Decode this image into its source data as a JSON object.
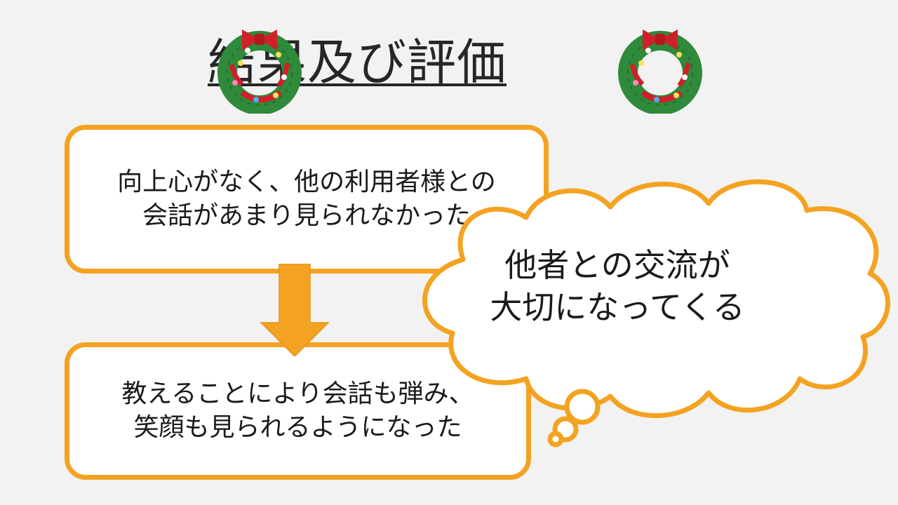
{
  "slide": {
    "title": "結果及び評価",
    "box_top": {
      "line1": "向上心がなく、他の利用者様との",
      "line2": "会話があまり見られなかった"
    },
    "box_bottom": {
      "line1": "教えることにより会話も弾み、",
      "line2": "笑顔も見られるようになった"
    },
    "thought_bubble": {
      "line1": "他者との交流が",
      "line2": "大切になってくる"
    }
  },
  "colors": {
    "accent_orange": "#f3a321",
    "background": "#f2f2f2",
    "wreath_green": "#2f8a3b",
    "ribbon_red": "#d0202a"
  },
  "icons": [
    "wreath-icon",
    "arrow-down-icon",
    "thought-cloud-icon"
  ]
}
